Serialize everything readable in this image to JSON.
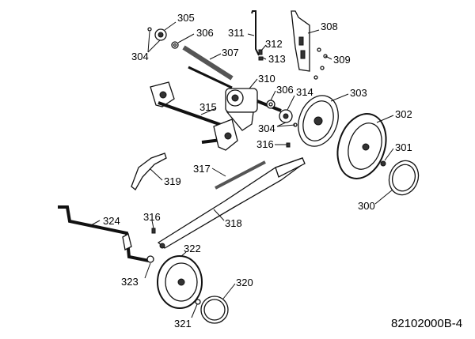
{
  "reference": "82102000B-4",
  "labels": {
    "l300": "300",
    "l301": "301",
    "l302": "302",
    "l303": "303",
    "l304a": "304",
    "l304b": "304",
    "l305": "305",
    "l306a": "306",
    "l306b": "306",
    "l307": "307",
    "l308": "308",
    "l309": "309",
    "l310": "310",
    "l311": "311",
    "l312": "312",
    "l313": "313",
    "l314": "314",
    "l315": "315",
    "l316a": "316",
    "l316b": "316",
    "l317": "317",
    "l318": "318",
    "l319": "319",
    "l320": "320",
    "l321": "321",
    "l322": "322",
    "l323": "323",
    "l324": "324"
  }
}
